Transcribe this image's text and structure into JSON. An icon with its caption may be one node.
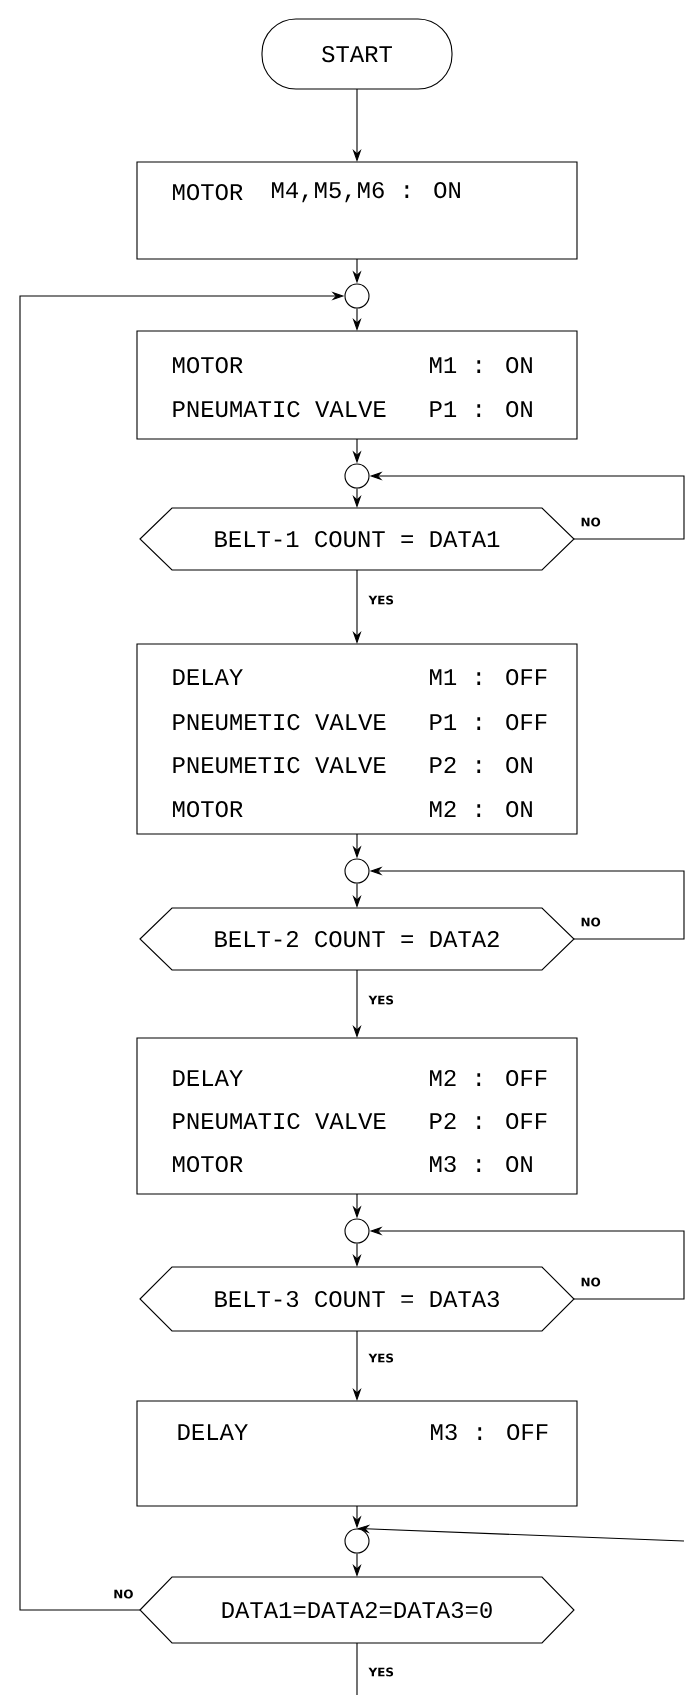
{
  "diagram": {
    "nodes": [
      {
        "text": [
          "START"
        ]
      },
      {
        "text": [
          "MOTOR",
          "M4,M5,M6 : ON"
        ]
      },
      {
        "text": [],
        "shape": "circle"
      },
      {
        "text": [
          "MOTOR",
          "M1 : ON",
          "PNEUMATIC VALVE",
          "P1 : ON"
        ]
      },
      {
        "text": [],
        "shape": "circle"
      },
      {
        "text": [
          "BELT-1 COUNT = DATA1"
        ]
      },
      {
        "text": [
          "DELAY",
          "M1 : OFF",
          "PNEUMETIC VALVE",
          "P1 : OFF",
          "PNEUMETIC VALVE",
          "P2 : ON",
          "MOTOR",
          "M2 : ON"
        ]
      },
      {
        "text": [],
        "shape": "circle"
      },
      {
        "text": [
          "BELT-2 COUNT = DATA2"
        ]
      },
      {
        "text": [
          "DELAY",
          "M2 : OFF",
          "PNEUMATIC VALVE",
          "P2 : OFF",
          "MOTOR",
          "M3 : ON"
        ]
      },
      {
        "text": [],
        "shape": "circle"
      },
      {
        "text": [
          "BELT-3 COUNT = DATA3"
        ]
      },
      {
        "text": [
          "DELAY",
          "M3 : OFF"
        ]
      },
      {
        "text": [],
        "shape": "circle"
      },
      {
        "text": [
          "DATA1=DATA2=DATA3=0"
        ]
      }
    ],
    "edges": [
      {
        "from": 0,
        "to": 1,
        "arrow": "to"
      },
      {
        "from": 1,
        "to": 2,
        "arrow": "to"
      },
      {
        "from": 2,
        "to": 3,
        "arrow": "to"
      },
      {
        "from": 3,
        "to": 4,
        "arrow": "to"
      },
      {
        "from": 4,
        "to": 5,
        "arrow": "to"
      },
      {
        "from": 5,
        "to": 6,
        "arrow": "to",
        "label": "YES"
      },
      {
        "from": 5,
        "to": 4,
        "arrow": "to",
        "label": "NO"
      },
      {
        "from": 6,
        "to": 7,
        "arrow": "to"
      },
      {
        "from": 7,
        "to": 8,
        "arrow": "to"
      },
      {
        "from": 8,
        "to": 9,
        "arrow": "to",
        "label": "YES"
      },
      {
        "from": 8,
        "to": 7,
        "arrow": "to",
        "label": "NO"
      },
      {
        "from": 9,
        "to": 10,
        "arrow": "to"
      },
      {
        "from": 10,
        "to": 11,
        "arrow": "to"
      },
      {
        "from": 11,
        "to": 12,
        "arrow": "to",
        "label": "YES"
      },
      {
        "from": 11,
        "to": 10,
        "arrow": "to",
        "label": "NO"
      },
      {
        "from": 12,
        "to": 13,
        "arrow": "to"
      },
      {
        "from": null,
        "to": 13,
        "arrow": "to"
      },
      {
        "from": 13,
        "to": 14,
        "arrow": "to"
      },
      {
        "from": 14,
        "to": 2,
        "arrow": "to",
        "label": "NO"
      },
      {
        "from": 14,
        "to": null,
        "arrow": "none",
        "label": "YES"
      }
    ]
  }
}
